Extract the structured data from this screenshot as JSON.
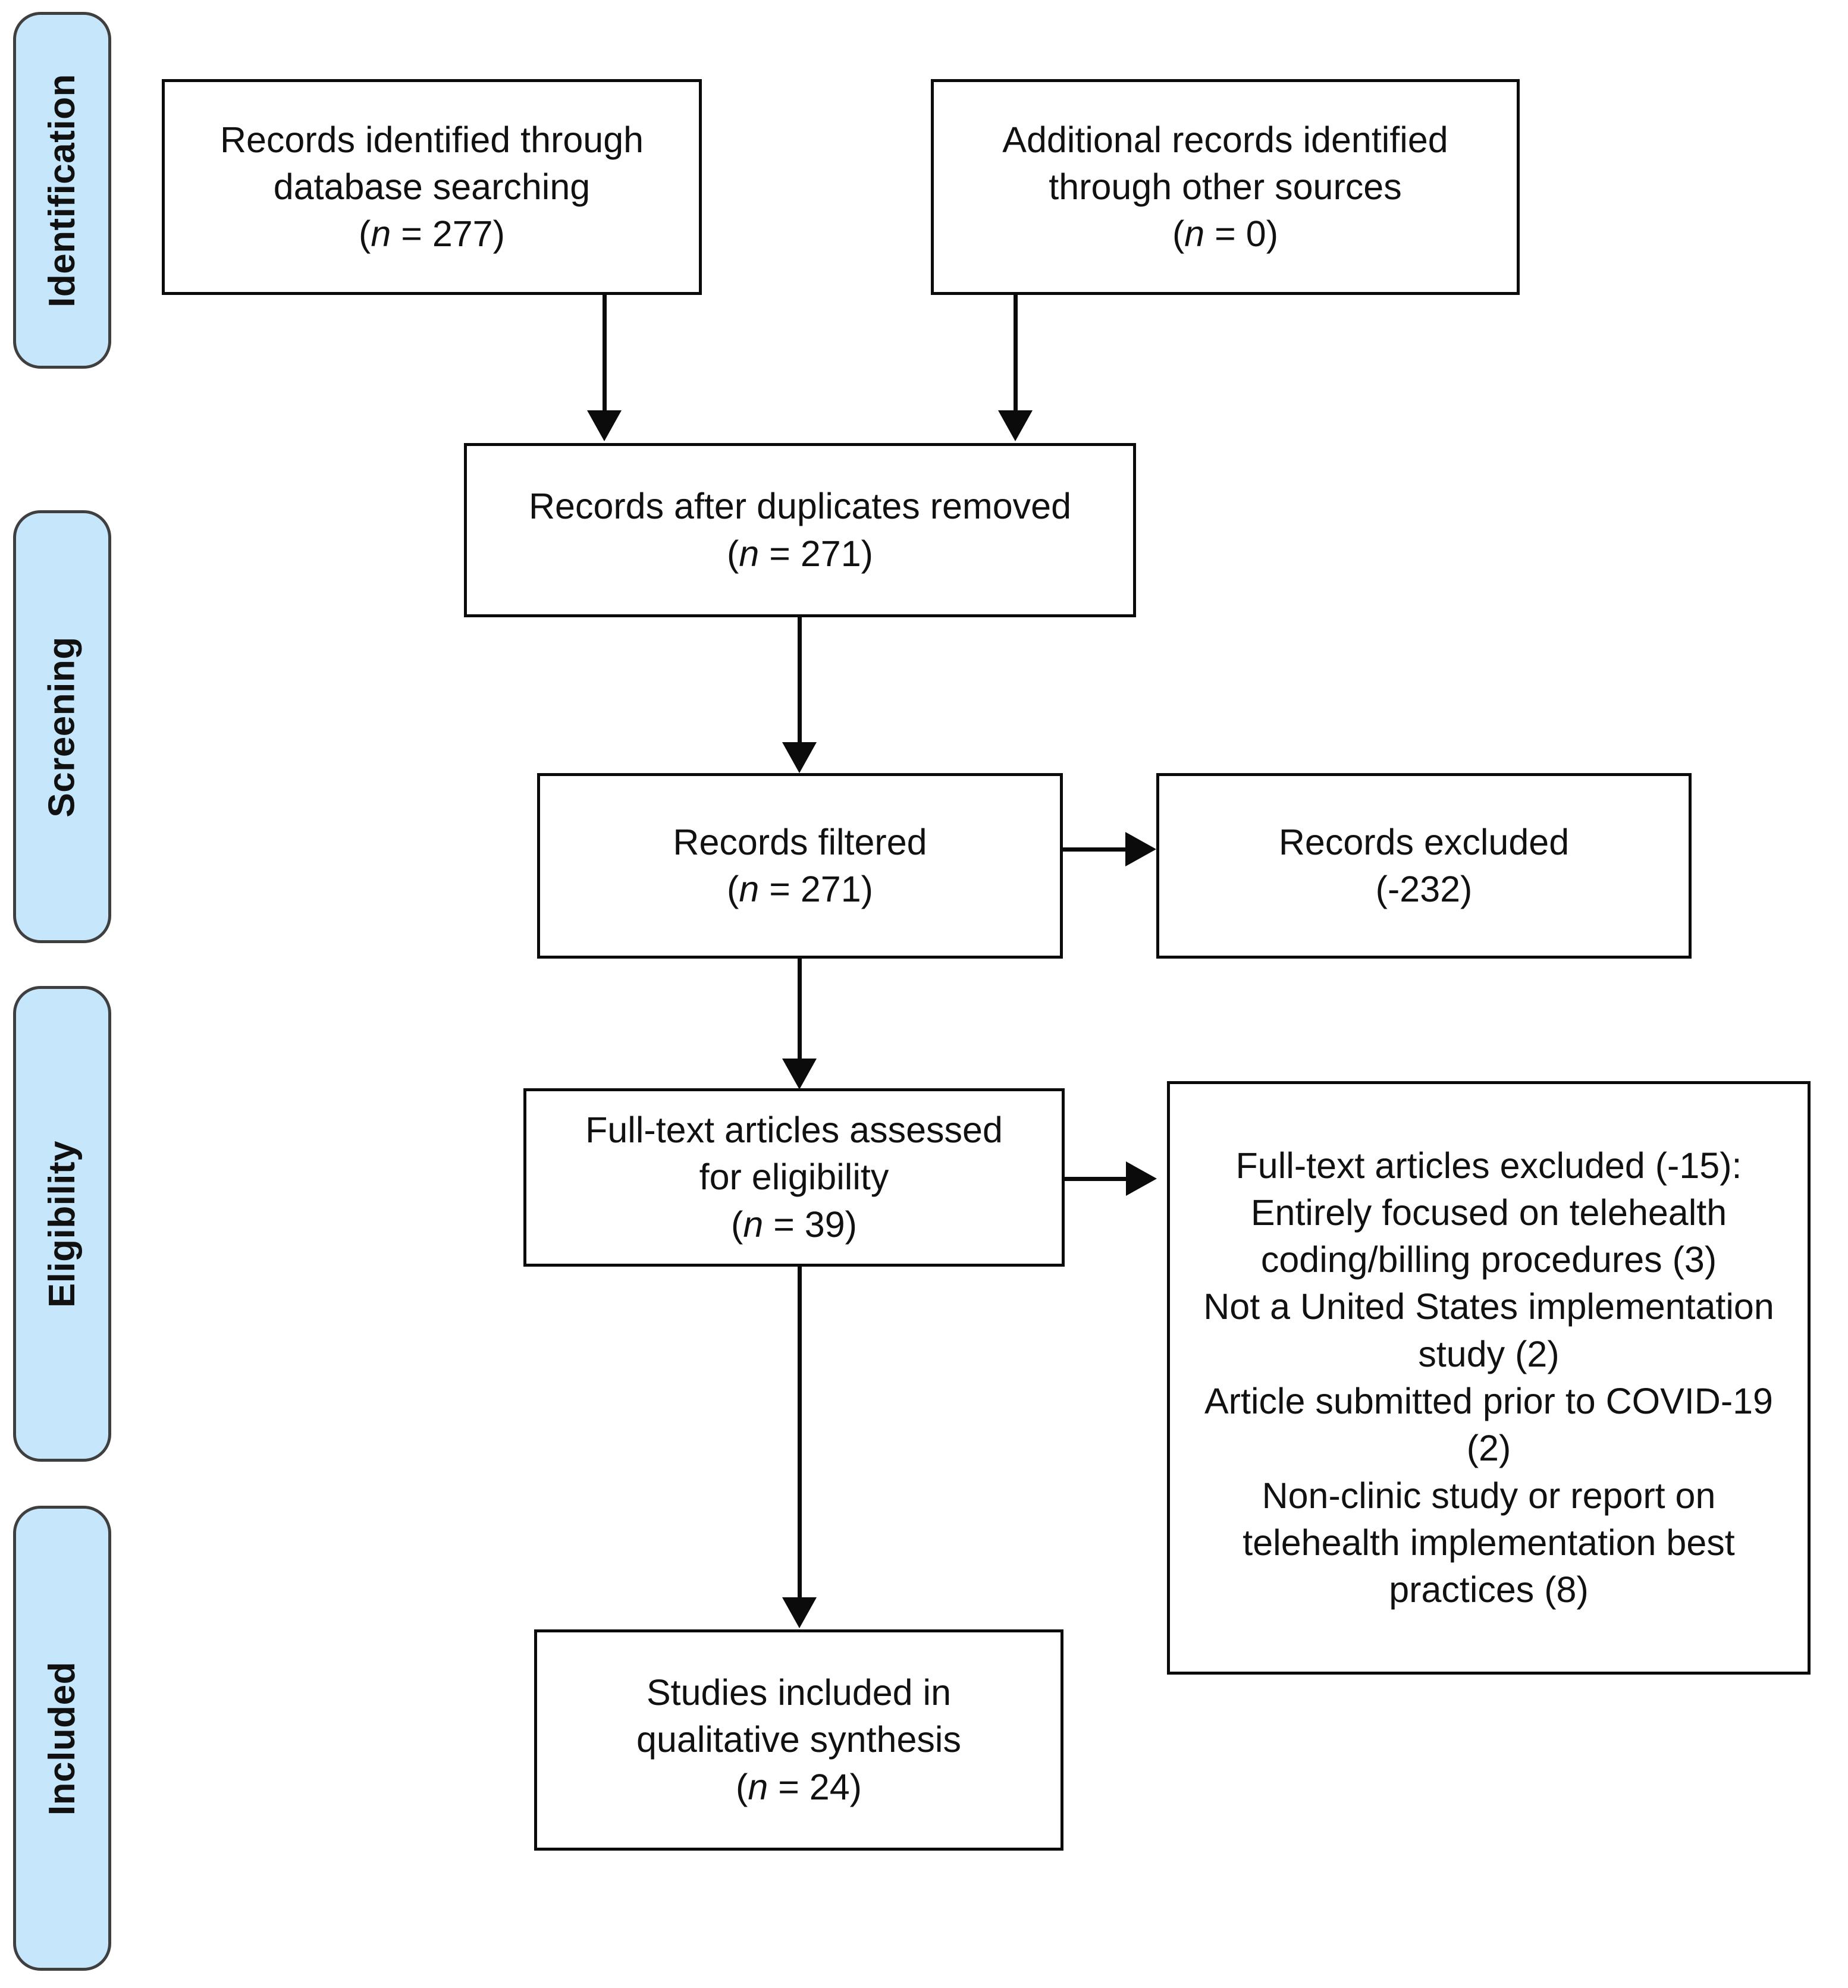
{
  "diagram": {
    "type": "PRISMA flow diagram",
    "stages": [
      {
        "label": "Identification"
      },
      {
        "label": "Screening"
      },
      {
        "label": "Eligibility"
      },
      {
        "label": "Included"
      }
    ],
    "nodes": {
      "records_identified": {
        "line1": "Records identified through",
        "line2": "database searching",
        "count_prefix": "(",
        "count_var": "n",
        "count_eq": " = ",
        "count_value": "277",
        "count_suffix": ")"
      },
      "additional_records": {
        "line1": "Additional records identified",
        "line2": "through other sources",
        "count_prefix": "(",
        "count_var": "n",
        "count_eq": " = ",
        "count_value": "0",
        "count_suffix": ")"
      },
      "after_duplicates": {
        "line1": "Records after duplicates removed",
        "count_prefix": "(",
        "count_var": "n",
        "count_eq": " = ",
        "count_value": "271",
        "count_suffix": ")"
      },
      "records_filtered": {
        "line1": "Records filtered",
        "count_prefix": "(",
        "count_var": "n",
        "count_eq": " = ",
        "count_value": "271",
        "count_suffix": ")"
      },
      "records_excluded": {
        "line1": "Records excluded",
        "count_line": "(-232)"
      },
      "fulltext_assessed": {
        "line1": "Full-text articles assessed",
        "line2": "for eligibility",
        "count_prefix": "(",
        "count_var": "n",
        "count_eq": " = ",
        "count_value": "39",
        "count_suffix": ")"
      },
      "fulltext_excluded": {
        "heading": "Full-text articles excluded (-15):",
        "reasons": [
          "Entirely focused on telehealth coding/billing procedures (3)",
          "Not a United States implementation study (2)",
          "Article submitted prior to COVID-19 (2)",
          "Non-clinic study or report on telehealth implementation best practices (8)"
        ]
      },
      "studies_included": {
        "line1": "Studies included in",
        "line2": "qualitative synthesis",
        "count_prefix": "(",
        "count_var": "n",
        "count_eq": " = ",
        "count_value": "24",
        "count_suffix": ")"
      }
    },
    "colors": {
      "stage_fill": "#c6e6fb",
      "stage_border": "#3f3f3f",
      "node_border": "#0b0b0b",
      "node_fill": "#ffffff",
      "text": "#111111",
      "connector": "#0b0b0b"
    }
  }
}
